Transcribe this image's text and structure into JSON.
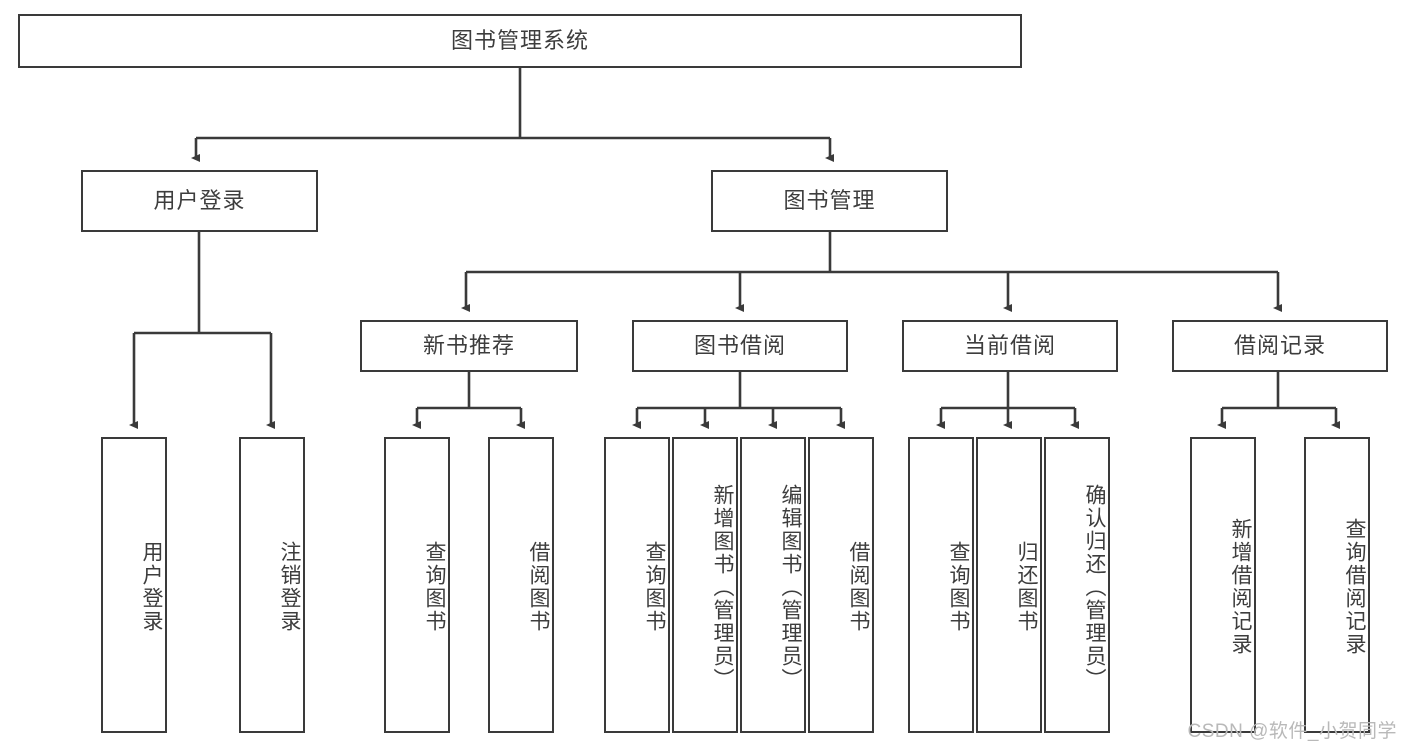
{
  "diagram": {
    "title": "图书管理系统",
    "type": "tree",
    "colors": {
      "box_border": "#3a3a3a",
      "box_fill": "#ffffff",
      "text": "#3d3d3d",
      "edge": "#3a3a3a",
      "watermark": "#b9b9b9",
      "background": "#ffffff"
    },
    "watermark": "CSDN @软件_小贺同学",
    "levels": {
      "root": {
        "label": "图书管理系统"
      },
      "level2": [
        {
          "id": "user-login",
          "label": "用户登录"
        },
        {
          "id": "book-manage",
          "label": "图书管理"
        }
      ],
      "level3": [
        {
          "id": "new-book-recommend",
          "label": "新书推荐",
          "parent": "book-manage"
        },
        {
          "id": "book-borrow",
          "label": "图书借阅",
          "parent": "book-manage"
        },
        {
          "id": "current-borrow",
          "label": "当前借阅",
          "parent": "book-manage"
        },
        {
          "id": "borrow-record",
          "label": "借阅记录",
          "parent": "book-manage"
        }
      ],
      "leaves": [
        {
          "id": "leaf-user-login",
          "label": "用户登录",
          "parent": "user-login"
        },
        {
          "id": "leaf-user-logout",
          "label": "注销登录",
          "parent": "user-login"
        },
        {
          "id": "leaf-query-book-1",
          "label": "查询图书",
          "parent": "new-book-recommend"
        },
        {
          "id": "leaf-borrow-book-1",
          "label": "借阅图书",
          "parent": "new-book-recommend"
        },
        {
          "id": "leaf-query-book-2",
          "label": "查询图书",
          "parent": "book-borrow"
        },
        {
          "id": "leaf-add-book",
          "label": "新增图书（管理员）",
          "parent": "book-borrow"
        },
        {
          "id": "leaf-edit-book",
          "label": "编辑图书（管理员）",
          "parent": "book-borrow"
        },
        {
          "id": "leaf-borrow-book-2",
          "label": "借阅图书",
          "parent": "book-borrow"
        },
        {
          "id": "leaf-query-book-3",
          "label": "查询图书",
          "parent": "current-borrow"
        },
        {
          "id": "leaf-return-book",
          "label": "归还图书",
          "parent": "current-borrow"
        },
        {
          "id": "leaf-confirm-return",
          "label": "确认归还（管理员）",
          "parent": "current-borrow"
        },
        {
          "id": "leaf-add-record",
          "label": "新增借阅记录",
          "parent": "borrow-record"
        },
        {
          "id": "leaf-query-record",
          "label": "查询借阅记录",
          "parent": "borrow-record"
        }
      ]
    }
  }
}
